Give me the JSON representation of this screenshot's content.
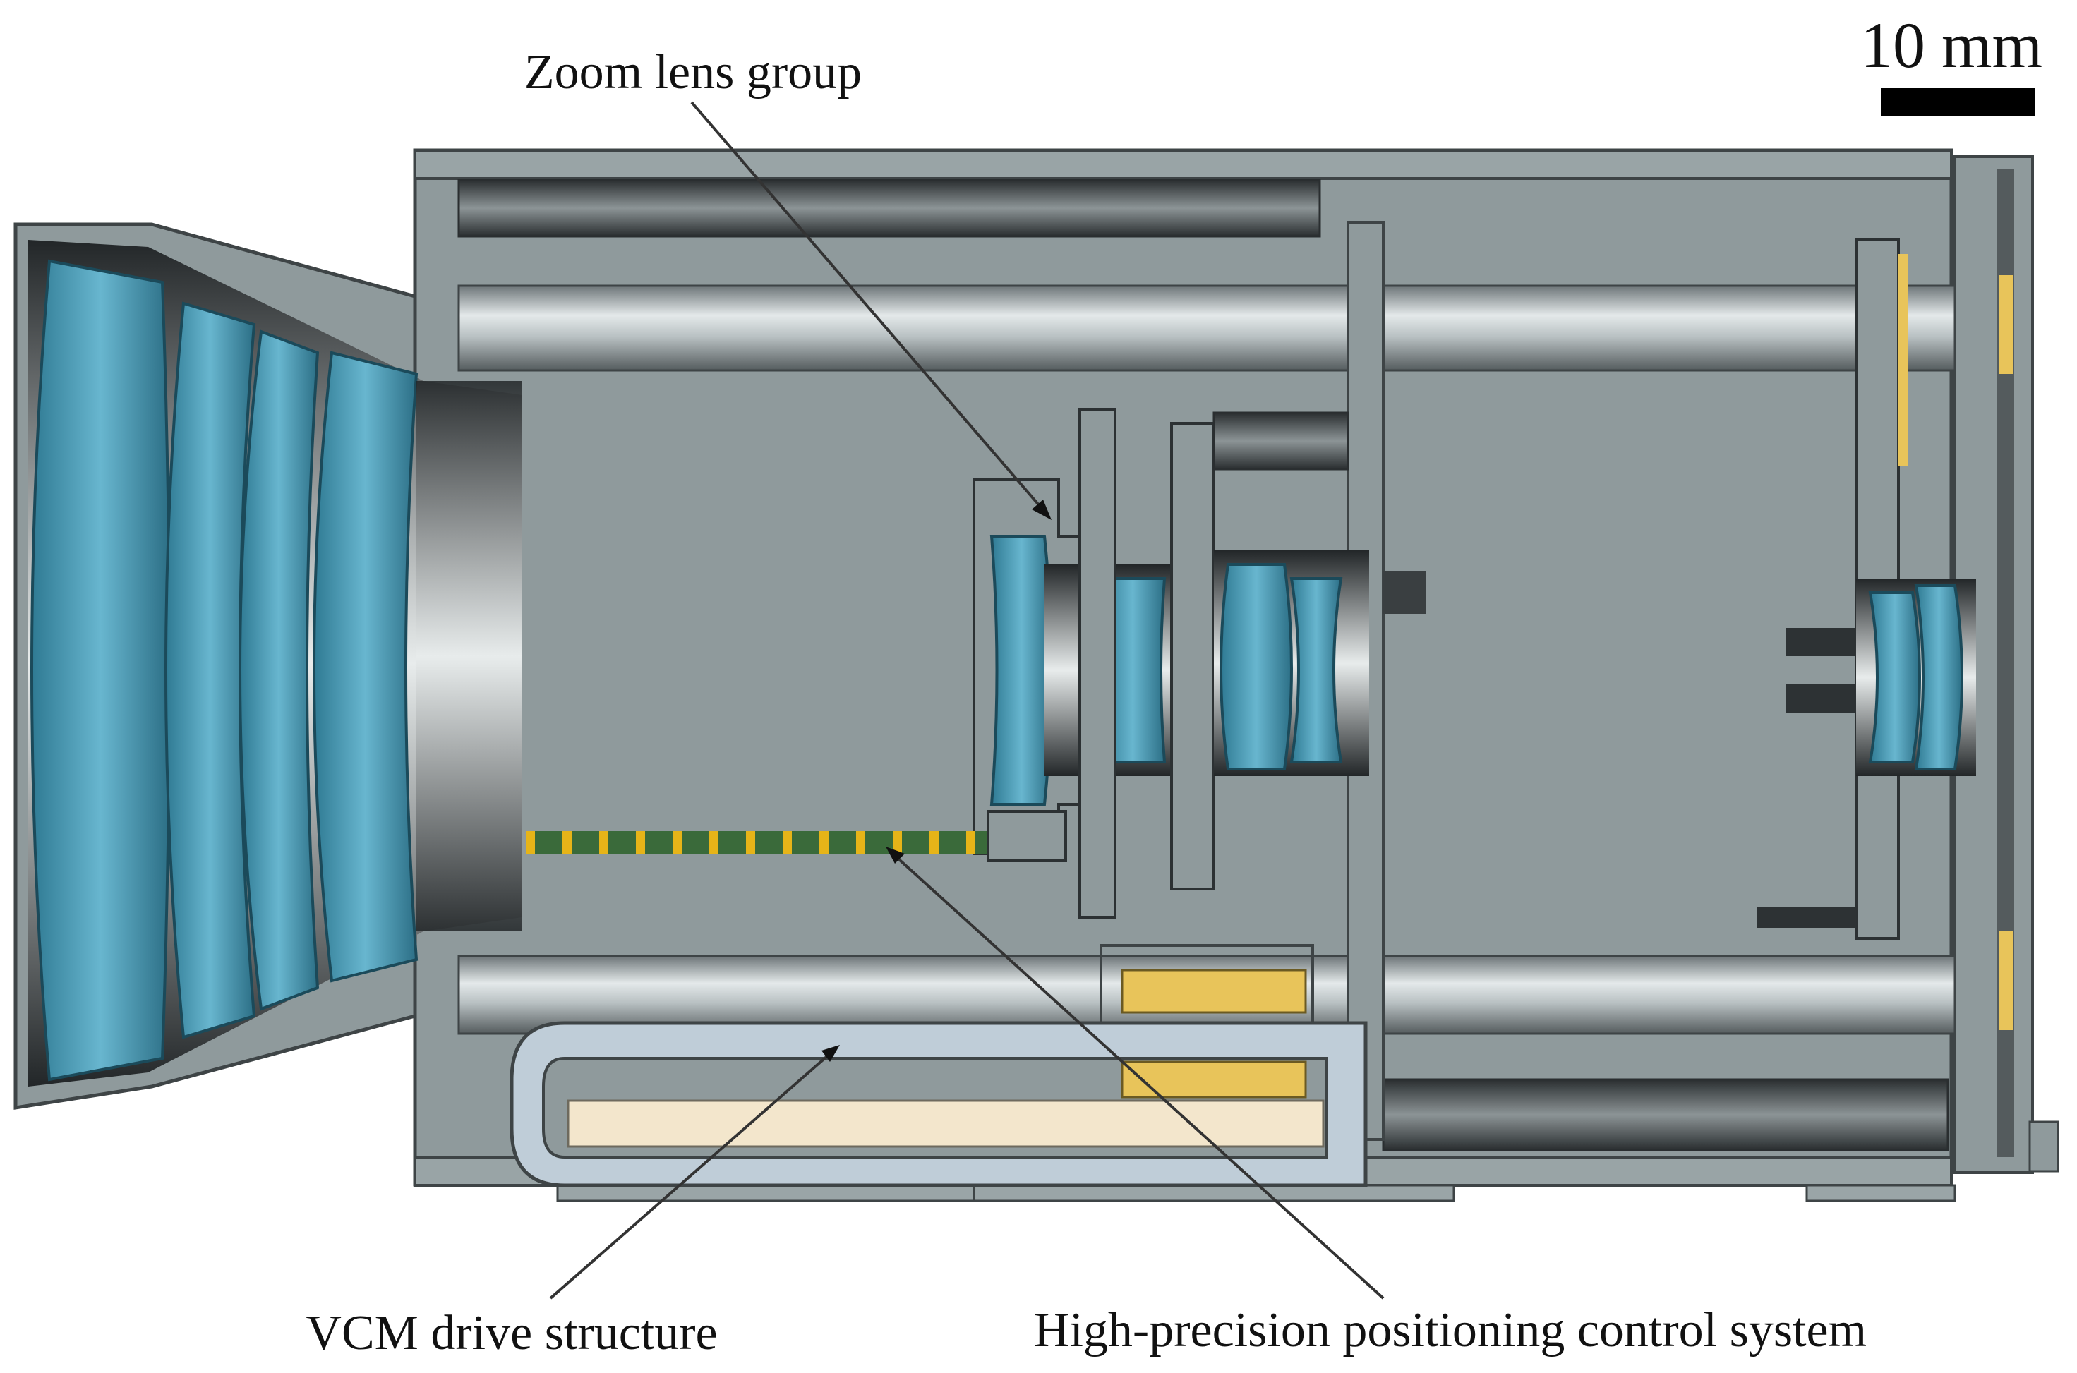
{
  "scale_bar": {
    "label": "10 mm"
  },
  "labels": {
    "zoom": "Zoom lens group",
    "vcm": "VCM drive structure",
    "positioning": "High-precision positioning control system"
  },
  "colors": {
    "housing": "#8f9a9c",
    "housing_dark": "#4a5052",
    "lens_glass": "#3f8fa8",
    "coil_yellow": "#e8c45a",
    "magnet_cream": "#f3e6cc",
    "scale_green": "#3a6a3a",
    "scale_yellow": "#e6b418"
  }
}
